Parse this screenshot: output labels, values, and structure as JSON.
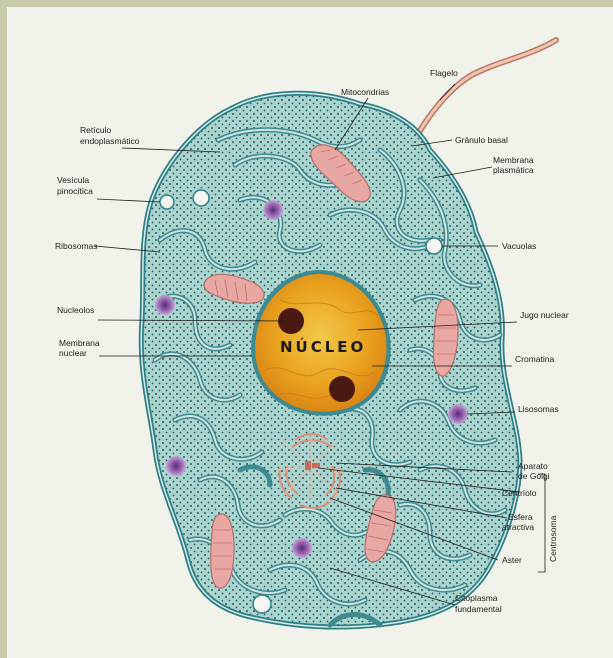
{
  "labels": {
    "flagelo": "Flagelo",
    "mitocondrias": "Mitocondrias",
    "reticulo_1": "Retículo",
    "reticulo_2": "endoplasmático",
    "granulo_basal": "Gránulo basal",
    "membrana_plasmatica_1": "Membrana",
    "membrana_plasmatica_2": "plasmática",
    "vesicula_1": "Vesícula",
    "vesicula_2": "pinocítica",
    "ribosomas": "Ribosomas",
    "vacuolas": "Vacuolas",
    "nucleolos": "Nucleolos",
    "jugo_nuclear": "Jugo nuclear",
    "membrana_nuclear_1": "Membrana",
    "membrana_nuclear_2": "nuclear",
    "cromatina": "Cromatina",
    "lisosomas": "Lisosomas",
    "aparato_golgi_1": "Aparato",
    "aparato_golgi_2": "de Golgi",
    "centriolo": "Centríolo",
    "esfera_1": "Esfera",
    "esfera_2": "atractiva",
    "aster": "Aster",
    "citoplasma_1": "Citoplasma",
    "citoplasma_2": "fundamental",
    "centrosoma": "Centrosoma",
    "nucleo": "NÚCLEO"
  },
  "colors": {
    "page_bg": "#c7c9a8",
    "frame_bg": "#f2f3ea",
    "cytoplasm": "#a9d3cc",
    "membrane": "#3d8b90",
    "nucleus": "#e8a21c",
    "nucleolus": "#4a1a12",
    "mitochondria": "#e6a6a2",
    "lysosome": "#8a5aa4"
  }
}
